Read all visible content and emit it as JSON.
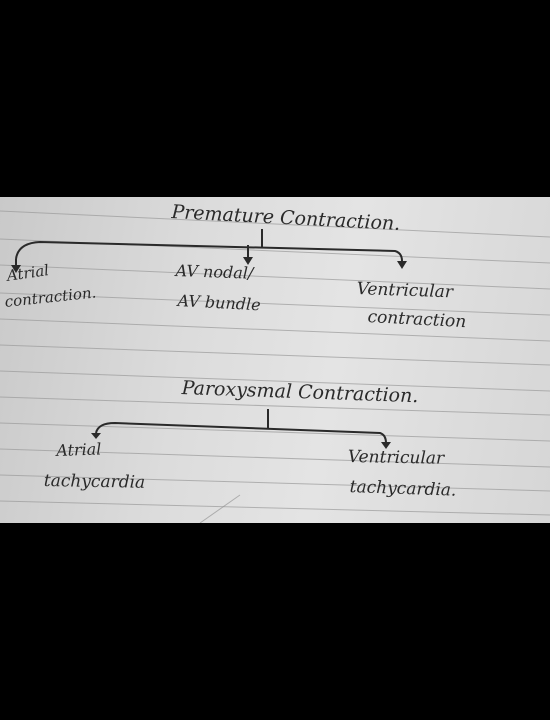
{
  "notes": {
    "premature": {
      "title": "Premature Contraction.",
      "branches": [
        {
          "line1": "Atrial",
          "line2": "contraction."
        },
        {
          "line1": "AV nodal/",
          "line2": "AV bundle"
        },
        {
          "line1": "Ventricular",
          "line2": "contraction"
        }
      ]
    },
    "paroxysmal": {
      "title": "Paroxysmal Contraction.",
      "branches": [
        {
          "line1": "Atrial",
          "line2": "tachycardia"
        },
        {
          "line1": "Ventricular",
          "line2": "tachycardia."
        }
      ]
    }
  }
}
